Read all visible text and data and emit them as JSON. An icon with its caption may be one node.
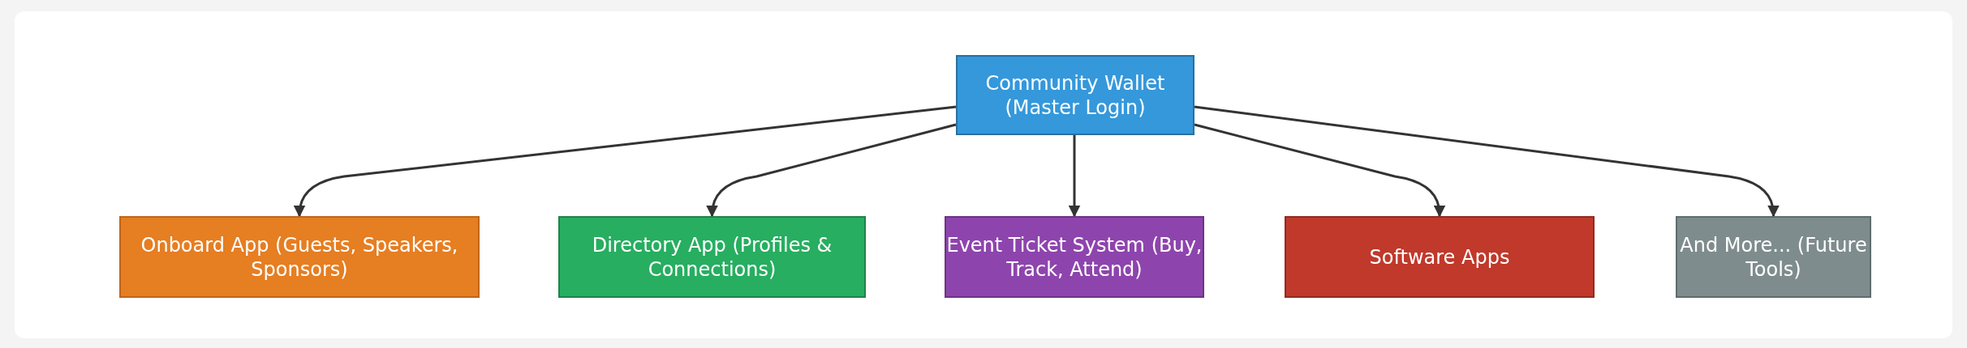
{
  "diagram": {
    "nodes": [
      {
        "text": [
          "Community Wallet (Master Login)"
        ]
      },
      {
        "text": [
          "Onboard App (Guests, Speakers, Sponsors)"
        ]
      },
      {
        "text": [
          "Directory App (Profiles & Connections)"
        ]
      },
      {
        "text": [
          "Event Ticket System (Buy, Track, Attend)"
        ]
      },
      {
        "text": [
          "Software Apps"
        ]
      },
      {
        "text": [
          "And More... (Future Tools)"
        ]
      }
    ],
    "edges": [
      {
        "from": 0,
        "to": 1,
        "arrow": "to"
      },
      {
        "from": 0,
        "to": 2,
        "arrow": "to"
      },
      {
        "from": 0,
        "to": 3,
        "arrow": "to"
      },
      {
        "from": 0,
        "to": 4,
        "arrow": "to"
      },
      {
        "from": 0,
        "to": 5,
        "arrow": "to"
      }
    ]
  }
}
